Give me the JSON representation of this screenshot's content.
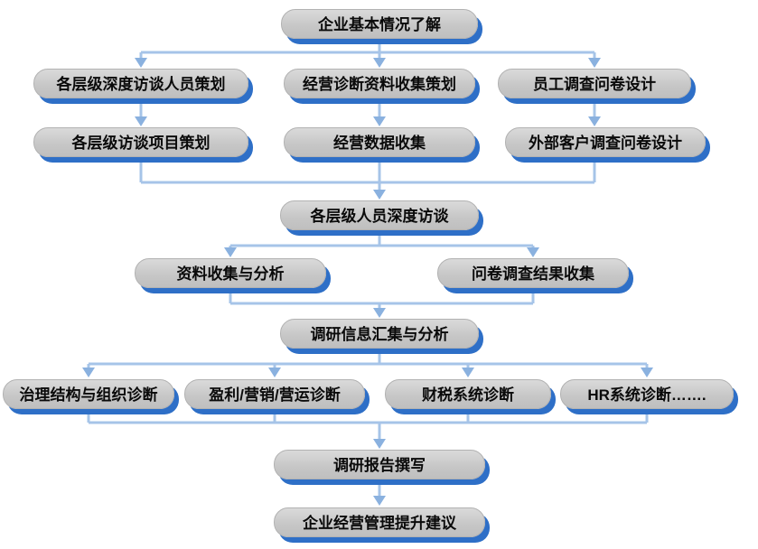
{
  "diagram": {
    "type": "flowchart",
    "language": "zh-CN",
    "background_color": "#ffffff",
    "node_fill_color": "#c9c9c9",
    "node_shadow_color": "#2e6fc7",
    "connector_color": "#a6c4e8",
    "arrowhead_color": "#8ab1df",
    "text_color": "#0a0a0a"
  },
  "nodes": {
    "company_overview": "企业基本情况了解",
    "interviewee_planning": "各层级深度访谈人员策划",
    "data_collection_planning": "经营诊断资料收集策划",
    "employee_survey_design": "员工调查问卷设计",
    "interview_project_planning": "各层级访谈项目策划",
    "business_data_collection": "经营数据收集",
    "external_customer_survey_design": "外部客户调查问卷设计",
    "deep_interviews": "各层级人员深度访谈",
    "data_collection_analysis": "资料收集与分析",
    "survey_results_collection": "问卷调查结果收集",
    "research_info_aggregation": "调研信息汇集与分析",
    "governance_org_diagnosis": "治理结构与组织诊断",
    "profit_marketing_ops_diagnosis": "盈利/营销/营运诊断",
    "finance_tax_diagnosis": "财税系统诊断",
    "hr_diagnosis": "HR系统诊断…….",
    "research_report_writing": "调研报告撰写",
    "improvement_recommendations": "企业经营管理提升建议"
  }
}
